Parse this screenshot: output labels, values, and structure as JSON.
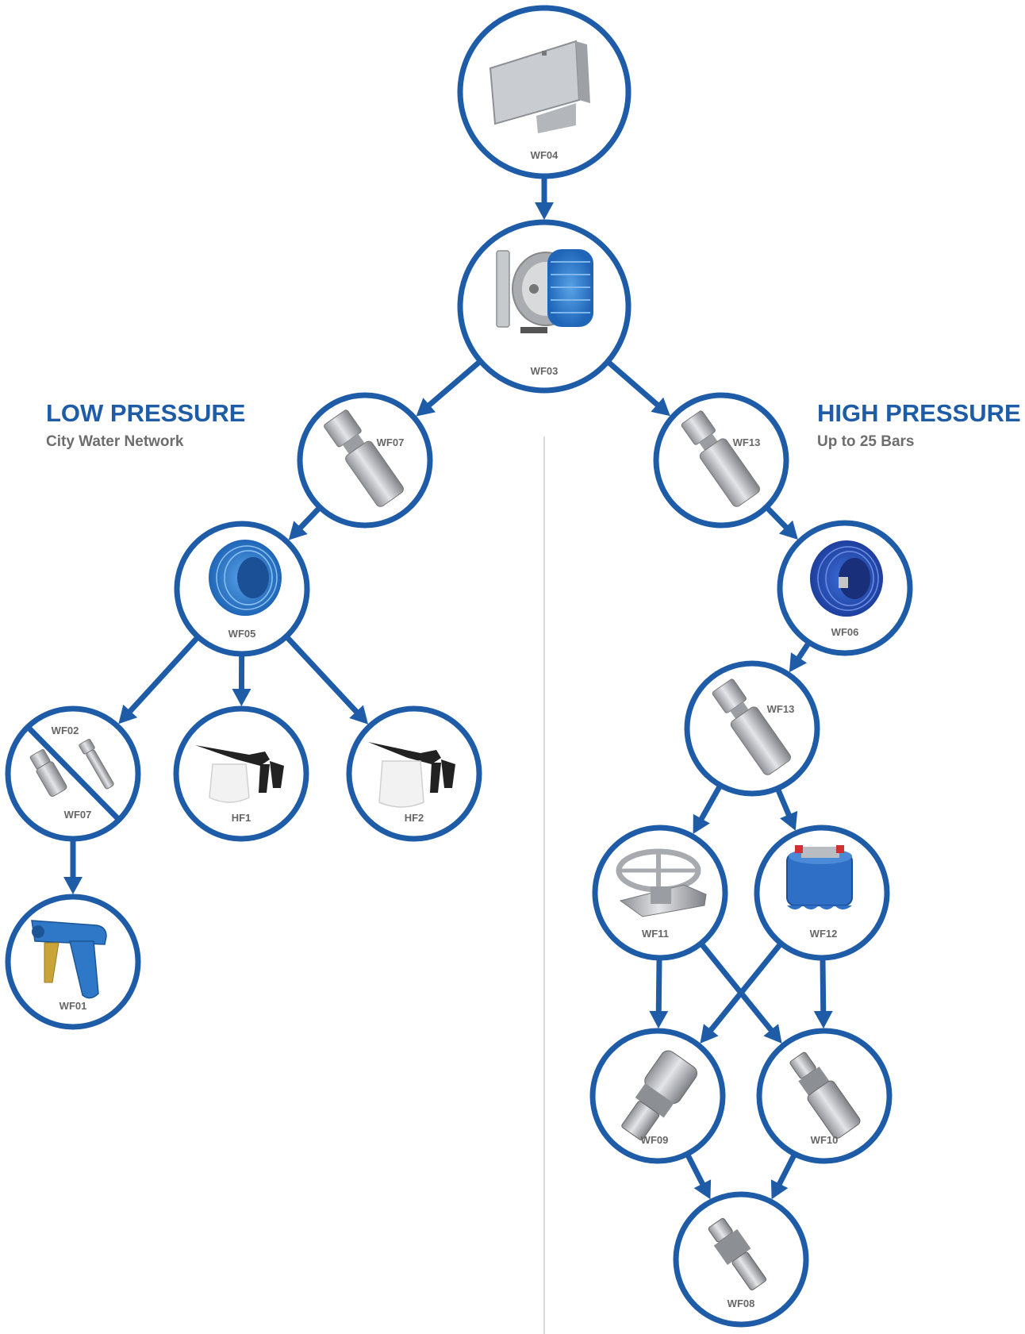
{
  "colors": {
    "accent": "#1f5ca8",
    "label": "#666666",
    "divider": "#cfcfcf",
    "metal": "#b9bcc0",
    "hose_blue": "#2f7fd0",
    "hose_dark_blue": "#2a4fb8",
    "black": "#222222",
    "white_tank": "#f2f2f2"
  },
  "low_pressure": {
    "title": "LOW PRESSURE",
    "subtitle": "City Water Network"
  },
  "high_pressure": {
    "title": "HIGH PRESSURE",
    "subtitle": "Up to 25 Bars"
  },
  "nodes": [
    {
      "id": "n_wf04",
      "label": "WF04",
      "icon": "wall-bracket-icon"
    },
    {
      "id": "n_wf03",
      "label": "WF03",
      "icon": "hose-reel-icon"
    },
    {
      "id": "n_wf07a",
      "label": "WF07",
      "icon": "swivel-fitting-icon"
    },
    {
      "id": "n_wf13a",
      "label": "WF13",
      "icon": "fitting-icon"
    },
    {
      "id": "n_wf05",
      "label": "WF05",
      "icon": "hose-coil-icon"
    },
    {
      "id": "n_wf06",
      "label": "WF06",
      "icon": "hose-coil-icon"
    },
    {
      "id": "n_wf02",
      "label": "WF02",
      "label2": "WF07",
      "icon": "alternative-fittings-icon"
    },
    {
      "id": "n_hf1",
      "label": "HF1",
      "icon": "foam-gun-icon"
    },
    {
      "id": "n_hf2",
      "label": "HF2",
      "icon": "foam-gun-icon"
    },
    {
      "id": "n_wf13b",
      "label": "WF13",
      "icon": "fitting-icon"
    },
    {
      "id": "n_wf01",
      "label": "WF01",
      "icon": "spray-gun-icon"
    },
    {
      "id": "n_wf11",
      "label": "WF11",
      "icon": "valve-icon"
    },
    {
      "id": "n_wf12",
      "label": "WF12",
      "icon": "quick-coupler-icon"
    },
    {
      "id": "n_wf09",
      "label": "WF09",
      "icon": "coupling-icon"
    },
    {
      "id": "n_wf10",
      "label": "WF10",
      "icon": "coupling-icon"
    },
    {
      "id": "n_wf08",
      "label": "WF08",
      "icon": "nipple-icon"
    }
  ],
  "edges": [
    {
      "from": "n_wf04",
      "to": "n_wf03"
    },
    {
      "from": "n_wf03",
      "to": "n_wf07a"
    },
    {
      "from": "n_wf03",
      "to": "n_wf13a"
    },
    {
      "from": "n_wf07a",
      "to": "n_wf05"
    },
    {
      "from": "n_wf05",
      "to": "n_wf02"
    },
    {
      "from": "n_wf05",
      "to": "n_hf1"
    },
    {
      "from": "n_wf05",
      "to": "n_hf2"
    },
    {
      "from": "n_wf02",
      "to": "n_wf01"
    },
    {
      "from": "n_wf13a",
      "to": "n_wf06"
    },
    {
      "from": "n_wf06",
      "to": "n_wf13b"
    },
    {
      "from": "n_wf13b",
      "to": "n_wf11"
    },
    {
      "from": "n_wf13b",
      "to": "n_wf12"
    },
    {
      "from": "n_wf11",
      "to": "n_wf09"
    },
    {
      "from": "n_wf11",
      "to": "n_wf10"
    },
    {
      "from": "n_wf12",
      "to": "n_wf09"
    },
    {
      "from": "n_wf12",
      "to": "n_wf10"
    },
    {
      "from": "n_wf09",
      "to": "n_wf08"
    },
    {
      "from": "n_wf10",
      "to": "n_wf08"
    }
  ]
}
